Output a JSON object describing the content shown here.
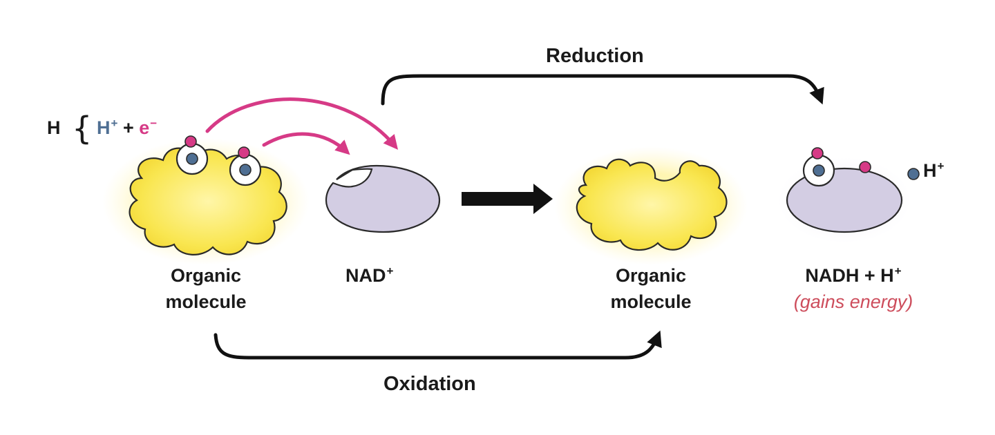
{
  "hydrogen_key": {
    "h_label": "H",
    "proton_label": "H",
    "proton_charge": "+",
    "plus": "+",
    "electron_label": "e",
    "electron_charge": "−"
  },
  "reactants": {
    "organic_label_line1": "Organic",
    "organic_label_line2": "molecule",
    "nad_label": "NAD",
    "nad_charge": "+"
  },
  "products": {
    "organic_label_line1": "Organic",
    "organic_label_line2": "molecule",
    "nadh_label": "NADH + H",
    "nadh_charge": "+",
    "nadh_note": "(gains energy)",
    "free_proton_label": "H",
    "free_proton_charge": "+"
  },
  "processes": {
    "reduction": "Reduction",
    "oxidation": "Oxidation"
  },
  "colors": {
    "electron": "#d63a86",
    "proton": "#4f6f93",
    "organic_fill": "#f7e24a",
    "nad_fill": "#d3cde3",
    "transfer_arrow": "#d63a86",
    "process_arrow": "#111111",
    "note_text": "#cd4d5c"
  }
}
